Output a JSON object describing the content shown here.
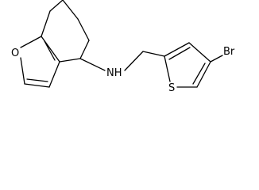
{
  "diagram": {
    "type": "chemical-structure",
    "atoms": {
      "oxygen": "O",
      "amine": "NH",
      "sulfur": "S",
      "bromine": "Br"
    }
  }
}
